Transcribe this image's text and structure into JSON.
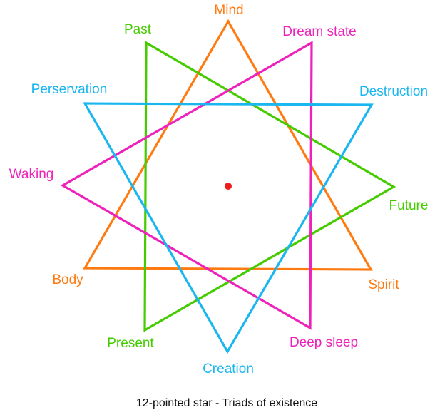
{
  "caption": "12-pointed star - Triads of existence",
  "colors": {
    "orange": "#ff7a10",
    "green": "#44cc00",
    "magenta": "#ee22bb",
    "cyan": "#1ab6ef",
    "center_dot": "#ee1c1c"
  },
  "triangles": [
    {
      "color": "orange",
      "labels": [
        "Mind",
        "Body",
        "Spirit"
      ]
    },
    {
      "color": "green",
      "labels": [
        "Past",
        "Future",
        "Present"
      ]
    },
    {
      "color": "magenta",
      "labels": [
        "Dream state",
        "Waking",
        "Deep sleep"
      ]
    },
    {
      "color": "cyan",
      "labels": [
        "Perservation",
        "Destruction",
        "Creation"
      ]
    }
  ]
}
